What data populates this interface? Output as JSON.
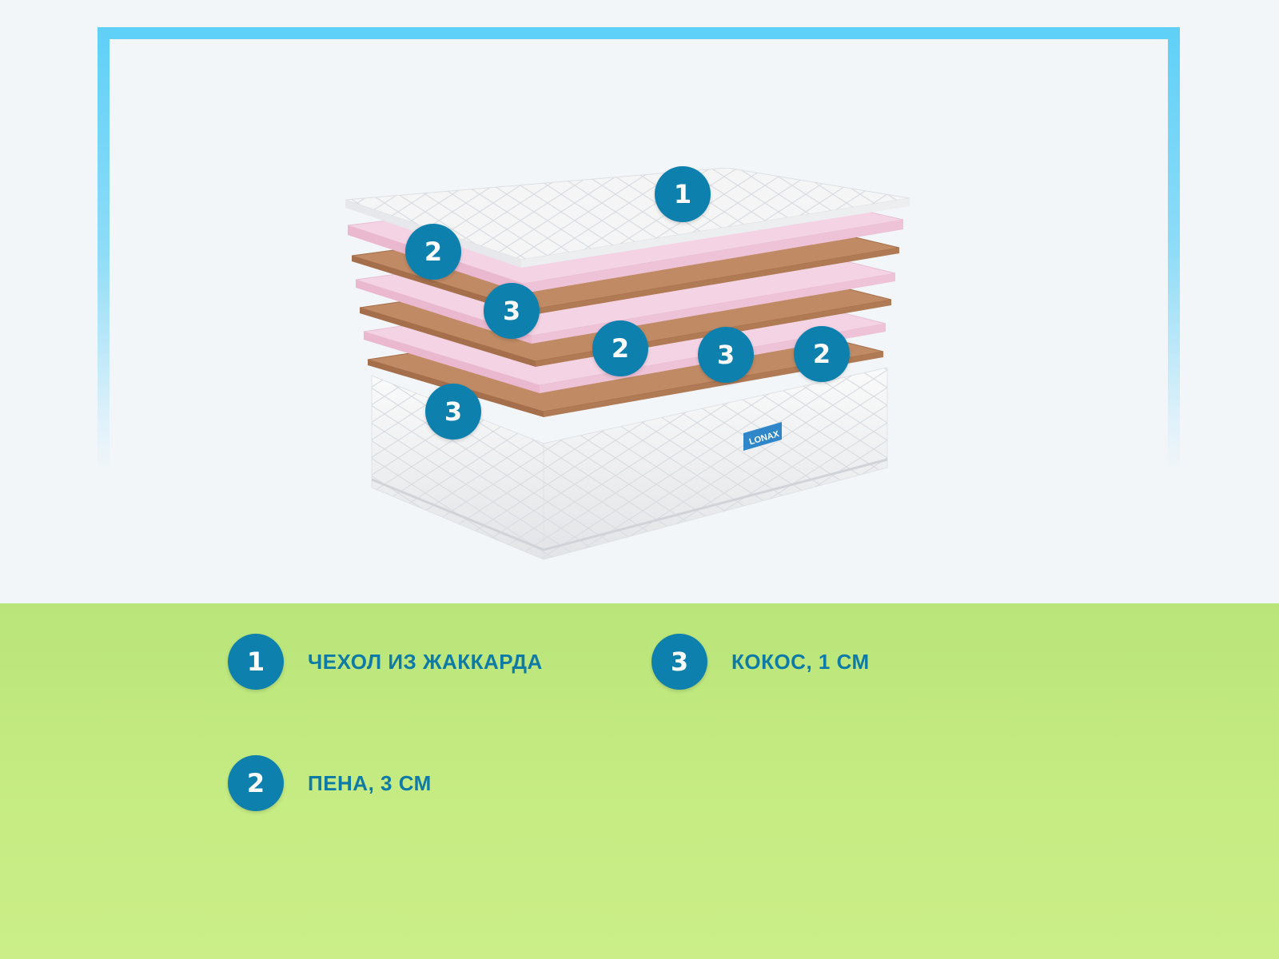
{
  "colors": {
    "badge": "#0e80ad",
    "label": "#0e7aa6",
    "frame": "#5fd0f7",
    "bottom_bg": "#c3ea80",
    "foam": "#f4d4e4",
    "coconut": "#c08a64",
    "cover": "#f5f5f5"
  },
  "brand": "LONAX",
  "diagram_badges": [
    "1",
    "2",
    "3",
    "2",
    "3",
    "2",
    "3"
  ],
  "legend": [
    {
      "number": "1",
      "label": "ЧЕХОЛ ИЗ ЖАККАРДА"
    },
    {
      "number": "2",
      "label": "ПЕНА, 3 СМ"
    },
    {
      "number": "3",
      "label": "КОКОС, 1 СМ"
    }
  ]
}
